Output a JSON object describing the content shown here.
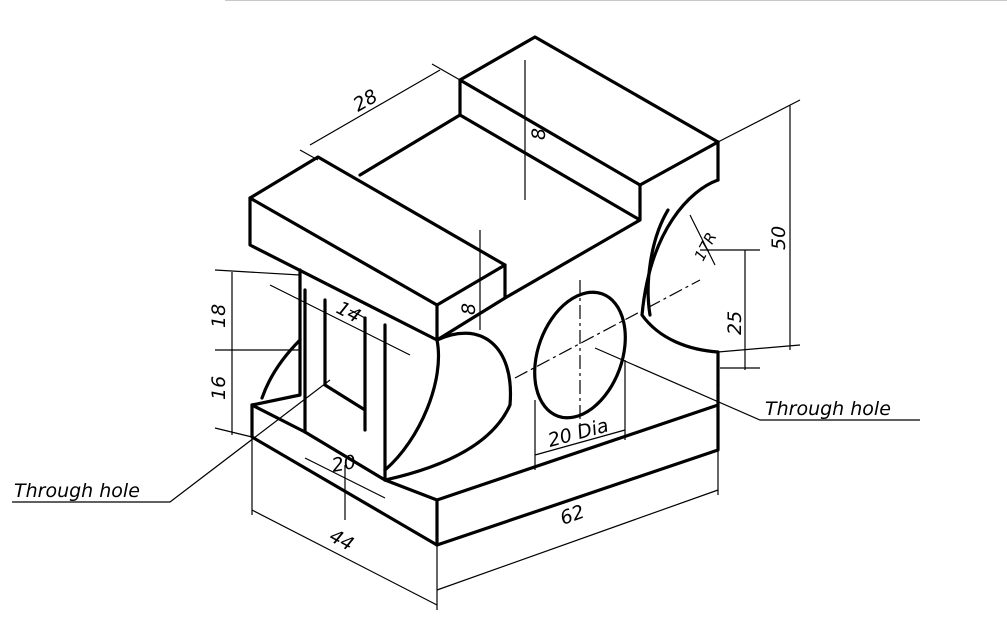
{
  "drawing": {
    "dimensions": {
      "top_slot_width": "28",
      "right_step_height": "8",
      "left_step_height": "8",
      "overall_height": "50",
      "radius": "17R",
      "hole_center_height": "25",
      "upper_slot_height": "18",
      "slot_width": "14",
      "lower_slot_height": "16",
      "hole_diameter": "20 Dia",
      "slot_depth": "20",
      "width": "44",
      "length": "62"
    },
    "notes": {
      "left_hole": "Through hole",
      "right_hole": "Through hole"
    }
  }
}
